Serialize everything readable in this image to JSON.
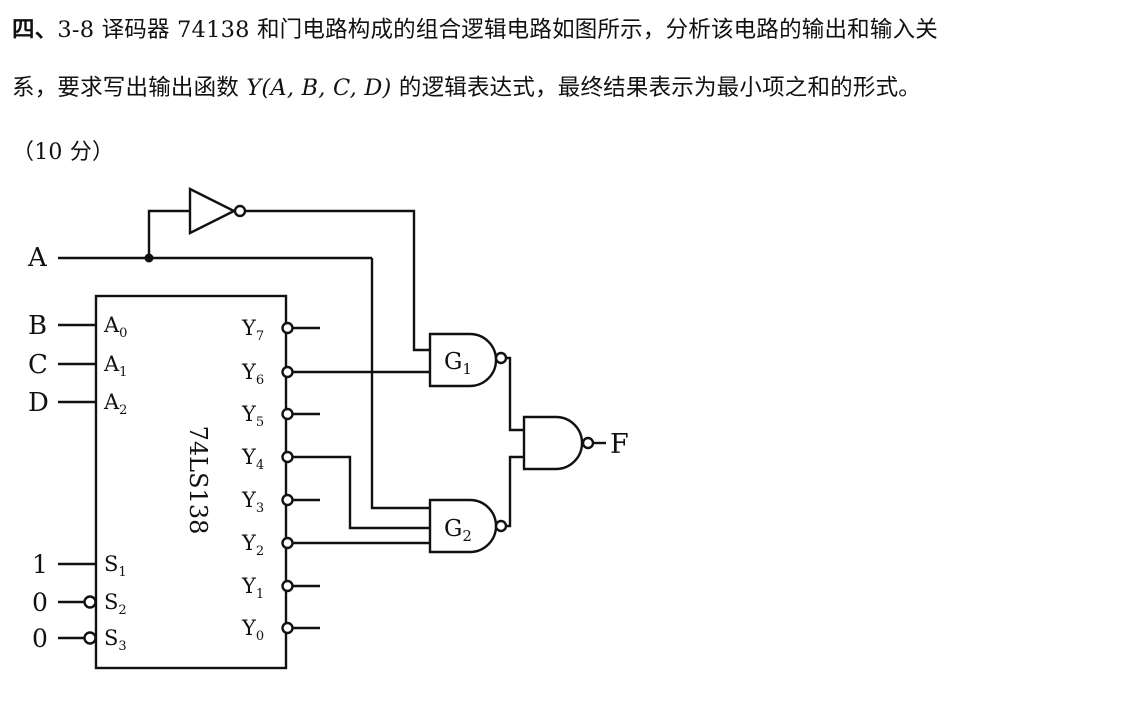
{
  "question": {
    "number": "四、",
    "line1": "3-8 译码器 74138 和门电路构成的组合逻辑电路如图所示，分析该电路的输出和输入关",
    "line2_a": "系，要求写出输出函数 ",
    "func_name": "Y",
    "func_args": "(A, B, C, D)",
    "line2_b": " 的逻辑表达式，最终结果表示为最小项之和的形式。",
    "score": "（10 分）"
  },
  "circuit": {
    "chip_label": "74LS138",
    "inputs": {
      "a": "A",
      "b": "B",
      "c": "C",
      "d": "D"
    },
    "chip_inputs": [
      {
        "name": "A",
        "sub": "0"
      },
      {
        "name": "A",
        "sub": "1"
      },
      {
        "name": "A",
        "sub": "2"
      }
    ],
    "enables": [
      {
        "value": "1",
        "name": "S",
        "sub": "1"
      },
      {
        "value": "0",
        "name": "S",
        "sub": "2"
      },
      {
        "value": "0",
        "name": "S",
        "sub": "3"
      }
    ],
    "outputs": [
      {
        "name": "Y",
        "sub": "7"
      },
      {
        "name": "Y",
        "sub": "6"
      },
      {
        "name": "Y",
        "sub": "5"
      },
      {
        "name": "Y",
        "sub": "4"
      },
      {
        "name": "Y",
        "sub": "3"
      },
      {
        "name": "Y",
        "sub": "2"
      },
      {
        "name": "Y",
        "sub": "1"
      },
      {
        "name": "Y",
        "sub": "0"
      }
    ],
    "gates": {
      "g1": {
        "name": "G",
        "sub": "1"
      },
      "g2": {
        "name": "G",
        "sub": "2"
      }
    },
    "output_label": "F"
  }
}
